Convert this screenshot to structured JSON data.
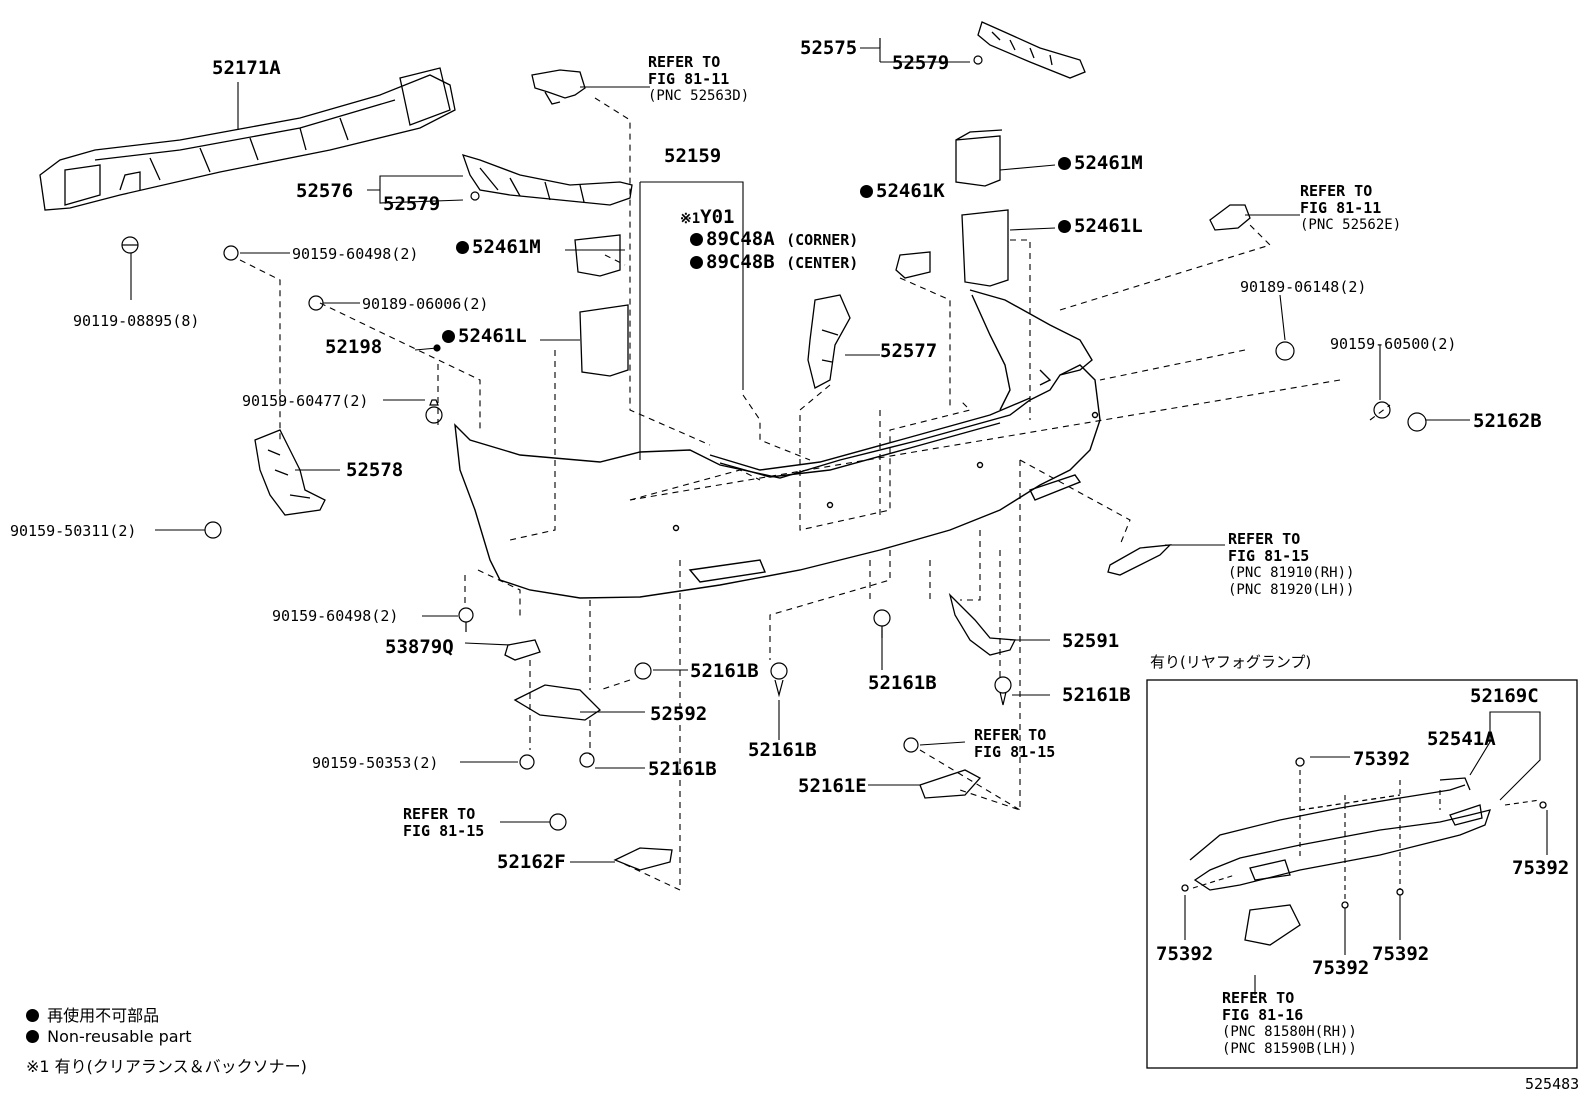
{
  "parts": {
    "p52171A": "52171A",
    "p52575": "52575",
    "p52579_top": "52579",
    "p52576": "52576",
    "p52579_mid": "52579",
    "p52159": "52159",
    "p52461M_top": "52461M",
    "p52461K": "52461K",
    "p52461L_right": "52461L",
    "p52461M_left": "52461M",
    "p52461L_left": "52461L",
    "p52198": "52198",
    "p52577": "52577",
    "p52578": "52578",
    "p52162B": "52162B",
    "p53879Q": "53879Q",
    "p52161B_a": "52161B",
    "p52161B_b": "52161B",
    "p52161B_c": "52161B",
    "p52161B_d": "52161B",
    "p52161B_e": "52161B",
    "p52592": "52592",
    "p52591": "52591",
    "p52161E": "52161E",
    "p52162F": "52162F",
    "p52169C": "52169C",
    "p52541A": "52541A",
    "p75392_a": "75392",
    "p75392_b": "75392",
    "p75392_c": "75392",
    "p75392_d": "75392",
    "p75392_e": "75392"
  },
  "fasteners": {
    "f90119": "90119-08895(8)",
    "f90159_60498_a": "90159-60498(2)",
    "f90189_06006": "90189-06006(2)",
    "f90159_60477": "90159-60477(2)",
    "f90159_50311": "90159-50311(2)",
    "f90189_06148": "90189-06148(2)",
    "f90159_60500": "90159-60500(2)",
    "f90159_60498_b": "90159-60498(2)",
    "f90159_50353": "90159-50353(2)"
  },
  "sensors": {
    "note": "※1",
    "y01": "Y01",
    "a": "89C48A",
    "a_note": "(CORNER)",
    "b": "89C48B",
    "b_note": "(CENTER)"
  },
  "refs": {
    "r1": {
      "l1": "REFER TO",
      "l2": "FIG 81-11",
      "l3": "(PNC 52563D)"
    },
    "r2": {
      "l1": "REFER TO",
      "l2": "FIG 81-11",
      "l3": "(PNC 52562E)"
    },
    "r3": {
      "l1": "REFER TO",
      "l2": "FIG 81-15",
      "l3": "(PNC 81910(RH))",
      "l4": "(PNC 81920(LH))"
    },
    "r4": {
      "l1": "REFER TO",
      "l2": "FIG 81-15"
    },
    "r5": {
      "l1": "REFER TO",
      "l2": "FIG 81-15"
    },
    "r6": {
      "l1": "REFER TO",
      "l2": "FIG 81-16",
      "l3": "(PNC 81580H(RH))",
      "l4": "(PNC 81590B(LH))"
    }
  },
  "inset": {
    "caption": "有り(リヤフォグランプ)"
  },
  "legend": {
    "l1": "再使用不可部品",
    "l2": "Non-reusable part",
    "l3": "※1 有り(クリアランス＆バックソナー)"
  },
  "figure_id": "525483"
}
